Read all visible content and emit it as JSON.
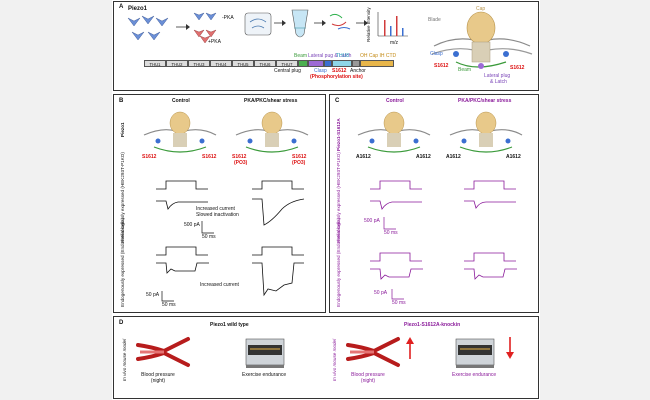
{
  "panel_a": {
    "letter": "A",
    "title": "Piezo1",
    "minus_pka": "-PKA",
    "plus_pka": "+PKA",
    "y_axis": "Relative intensity",
    "x_axis": "m/z",
    "segments": [
      "THU1",
      "THU2",
      "THU3",
      "THU4",
      "THU5",
      "THU6",
      "THU7",
      "Beam",
      "Lateral plug & Latch",
      "Clasp",
      "THU8",
      "Anchor",
      "OH",
      "Cap",
      "IH",
      "CTD"
    ],
    "labels": {
      "beam": "Beam",
      "lateral": "Lateral pug & Latch",
      "central_plug": "Central plug",
      "clasp": "Clasp",
      "s1612": "S1612",
      "phospho": "(Phosphorylation site)",
      "thu8": "THU8",
      "anchor": "Anchor",
      "oh_cap": "OH Cap IH CTD",
      "blade": "Blade",
      "cap": "Cap",
      "clasp_s": "Clasp",
      "s1612_l": "S1612",
      "beam_s": "Beam",
      "s1612_r": "S1612",
      "lat_plug": "Lateral plug",
      "latch": "& Latch"
    }
  },
  "panel_b": {
    "letter": "B",
    "control": "Control",
    "treat": "PKA/PKC/shear stress",
    "row_piezo": "Piezo1",
    "s1612_a": "S1612",
    "s1612_b": "S1612",
    "s1612_c": "S1612",
    "po3_c": "(PO3)",
    "s1612_d": "S1612",
    "po3_d": "(PO3)",
    "row_hetero": "Heterologously expressed (HEK293T-P1KO)",
    "increased": "Increased current",
    "slowed": "Slowed inactivation",
    "scale_pa": "500 pA",
    "scale_ms": "50 ms",
    "row_endo": "Endogenously expressed (Endothelial cells)",
    "increased2": "Increased current",
    "scale_pa2": "50 pA",
    "scale_ms2": "50 ms"
  },
  "panel_c": {
    "letter": "C",
    "control": "Control",
    "treat": "PKA/PKC/shear stress",
    "row_piezo": "Piezo1-S1612A",
    "a1612_1": "A1612",
    "a1612_2": "A1612",
    "a1612_3": "A1612",
    "a1612_4": "A1612",
    "row_hetero": "Heterologously expressed (HEK293T-P1KO)",
    "scale_pa": "500 pA",
    "scale_ms": "50 ms",
    "row_endo": "Endogenously expressed (Endothelial cells)",
    "scale_pa2": "50 pA",
    "scale_ms2": "50 ms"
  },
  "panel_d": {
    "letter": "D",
    "wt_title": "Piezo1 wild type",
    "ki_title": "Piezo1-S1612A-knockin",
    "model_left": "In vivo mouse model",
    "model_right": "In vivo mouse model",
    "bp_left": "Blood pressure (night)",
    "ex_left": "Exercise endurance",
    "bp_right": "Blood pressure (night)",
    "ex_right": "Exercise endurance",
    "treadmill_left": "TREADMILL",
    "treadmill_right": "TREADMILL"
  }
}
